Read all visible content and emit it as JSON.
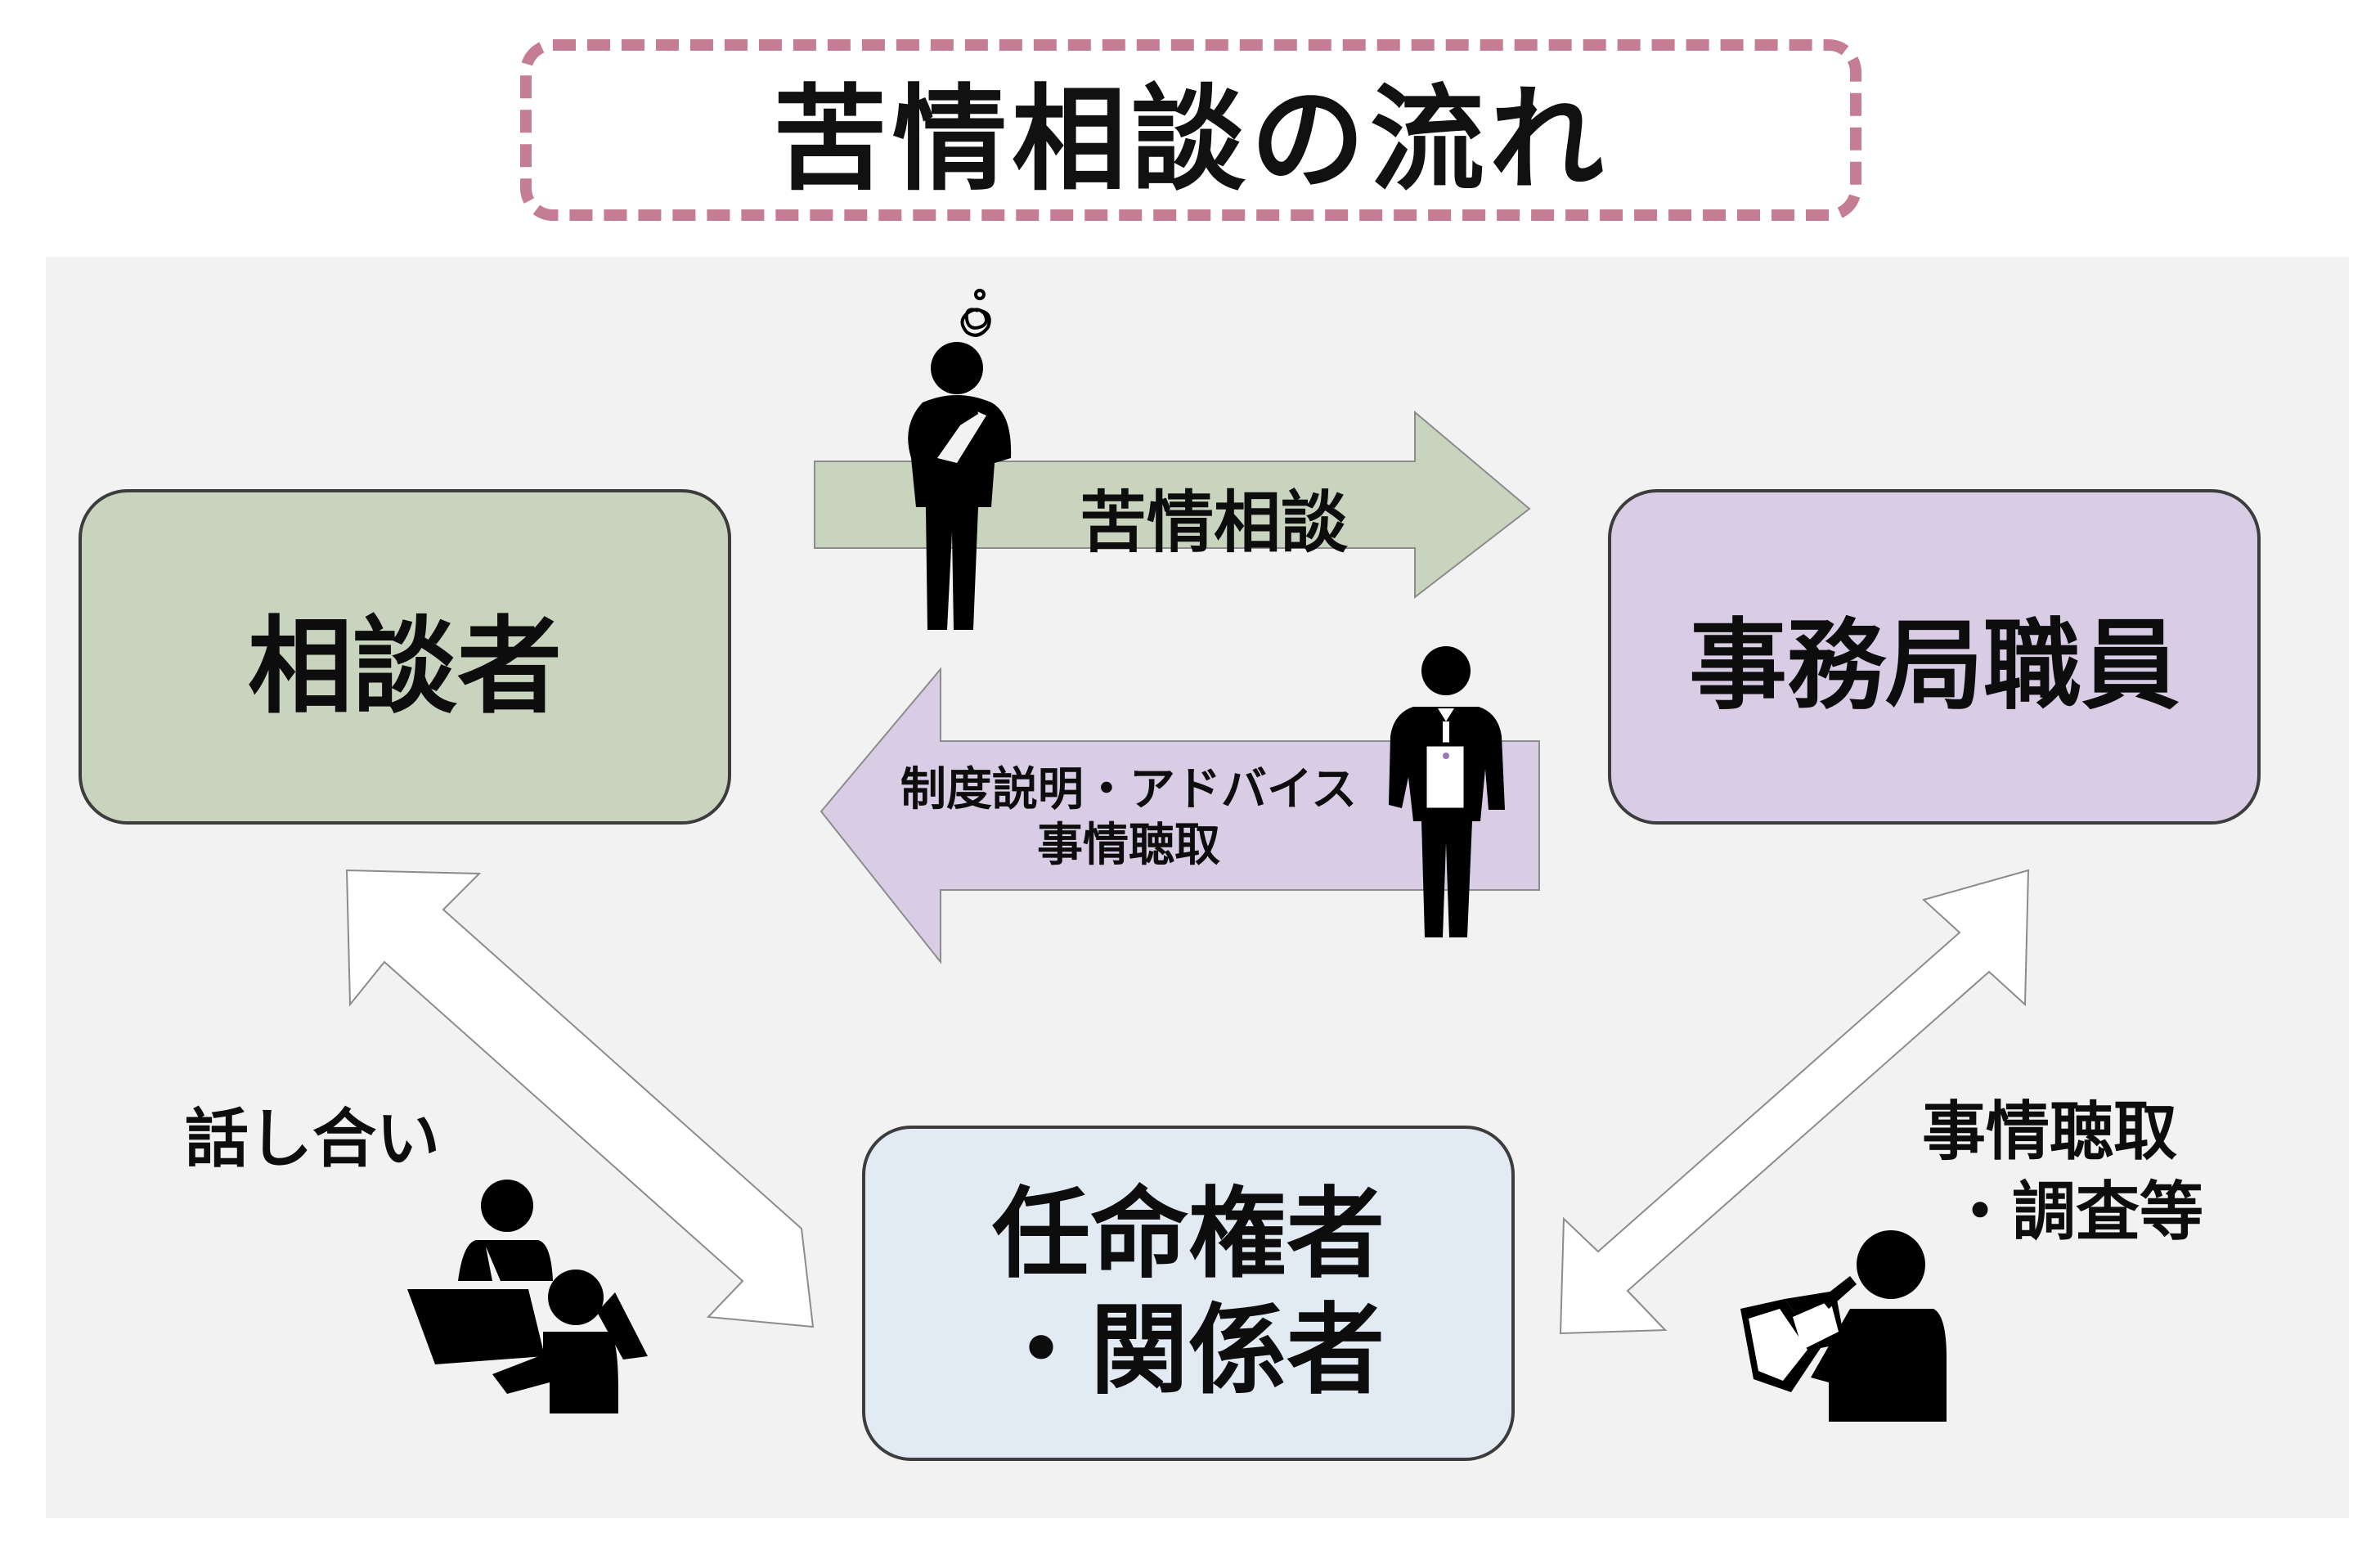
{
  "title": "苦情相談の流れ",
  "nodes": {
    "soudansha": "相談者",
    "jimukyoku": "事務局職員",
    "ninmei_line1": "任命権者",
    "ninmei_line2": "・関係者"
  },
  "arrows": {
    "to_jimukyoku": "苦情相談",
    "to_soudansha_line1": "制度説明・アドバイス",
    "to_soudansha_line2": "事情聴取",
    "soudansha_ninmei": "話し合い",
    "jimukyoku_ninmei_line1": "事情聴取",
    "jimukyoku_ninmei_line2": "・調査等"
  },
  "colors": {
    "title_border": "#c47d93",
    "panel_bg": "#f2f2f2",
    "soudansha_fill": "#c9d4bf",
    "jimukyoku_fill": "#d9cde6",
    "ninmei_fill": "#e2eaf4",
    "arrow_green": "#c9d4bf",
    "arrow_purple": "#d9cde6",
    "arrow_white": "#ffffff"
  },
  "icons": [
    "worried-person-icon",
    "staff-person-icon",
    "meeting-people-icon",
    "note-taking-person-icon"
  ]
}
